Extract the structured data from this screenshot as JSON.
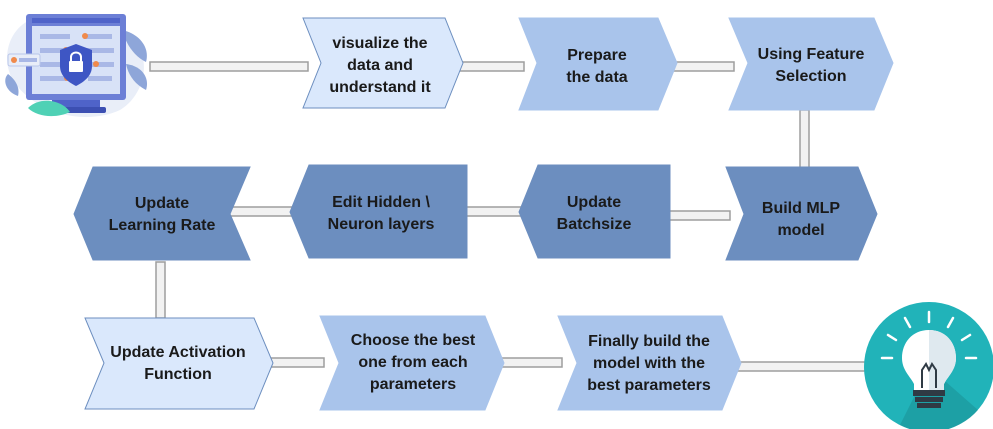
{
  "colors": {
    "connector_fill": "#f2f2f2",
    "connector_stroke": "#9e9e9e",
    "light_fill": "#dae8fc",
    "light_stroke": "#6c8ebf",
    "mid_fill": "#a9c4eb",
    "dark_fill": "#6c8ebf",
    "dark_text": "#1a1a1a",
    "bulb_bg": "#21b3b9"
  },
  "icons": {
    "start": "secure-browser-icon",
    "end": "lightbulb-icon"
  },
  "nodes": [
    {
      "id": "visualize",
      "lines": [
        "visualize the",
        "data and",
        "understand it"
      ]
    },
    {
      "id": "prepare",
      "lines": [
        "Prepare",
        "the data"
      ]
    },
    {
      "id": "feature",
      "lines": [
        "Using Feature",
        "Selection"
      ]
    },
    {
      "id": "build_mlp",
      "lines": [
        "Build MLP",
        "model"
      ]
    },
    {
      "id": "batchsize",
      "lines": [
        "Update",
        "Batchsize"
      ]
    },
    {
      "id": "hidden",
      "lines": [
        "Edit Hidden \\",
        "Neuron layers"
      ]
    },
    {
      "id": "learning_rate",
      "lines": [
        "Update",
        "Learning Rate"
      ]
    },
    {
      "id": "activation",
      "lines": [
        "Update Activation",
        "Function"
      ]
    },
    {
      "id": "choose_best",
      "lines": [
        "Choose the best",
        "one from each",
        "parameters"
      ]
    },
    {
      "id": "final",
      "lines": [
        "Finally build the",
        "model with the",
        "best parameters"
      ]
    }
  ]
}
